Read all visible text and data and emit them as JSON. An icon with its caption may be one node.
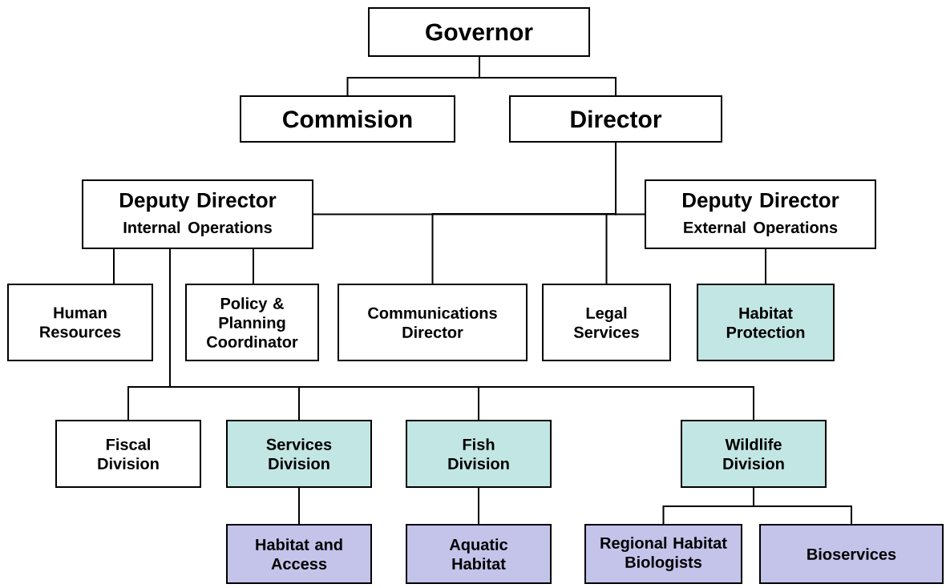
{
  "diagram": {
    "nodes": [
      {
        "text": [
          "Governor"
        ]
      },
      {
        "text": [
          "Commision"
        ]
      },
      {
        "text": [
          "Director"
        ]
      },
      {
        "text": [
          "Deputy Director",
          "Internal Operations"
        ]
      },
      {
        "text": [
          "Deputy Director",
          "External Operations"
        ]
      },
      {
        "text": [
          "Human Resources"
        ]
      },
      {
        "text": [
          "Policy & Planning Coordinator"
        ]
      },
      {
        "text": [
          "Communications Director"
        ]
      },
      {
        "text": [
          "Legal Services"
        ]
      },
      {
        "text": [
          "Habitat Protection"
        ]
      },
      {
        "text": [
          "Fiscal Division"
        ]
      },
      {
        "text": [
          "Services Division"
        ]
      },
      {
        "text": [
          "Fish Division"
        ]
      },
      {
        "text": [
          "Wildlife Division"
        ]
      },
      {
        "text": [
          "Habitat and Access"
        ]
      },
      {
        "text": [
          "Aquatic Habitat"
        ]
      },
      {
        "text": [
          "Regional Habitat Biologists"
        ]
      },
      {
        "text": [
          "Bioservices"
        ]
      }
    ],
    "edges": [
      {
        "from": 0,
        "to": 1,
        "arrow": "none"
      },
      {
        "from": 0,
        "to": 2,
        "arrow": "none"
      },
      {
        "from": 2,
        "to": 3,
        "arrow": "none"
      },
      {
        "from": 2,
        "to": 7,
        "arrow": "none"
      },
      {
        "from": 2,
        "to": 8,
        "arrow": "none"
      },
      {
        "from": 2,
        "to": 4,
        "arrow": "none"
      },
      {
        "from": 3,
        "to": 5,
        "arrow": "none"
      },
      {
        "from": 3,
        "to": 6,
        "arrow": "none"
      },
      {
        "from": 3,
        "to": 10,
        "arrow": "none"
      },
      {
        "from": 3,
        "to": 11,
        "arrow": "none"
      },
      {
        "from": 3,
        "to": 12,
        "arrow": "none"
      },
      {
        "from": 3,
        "to": 13,
        "arrow": "none"
      },
      {
        "from": 4,
        "to": 9,
        "arrow": "none"
      },
      {
        "from": 11,
        "to": 14,
        "arrow": "none"
      },
      {
        "from": 12,
        "to": 15,
        "arrow": "none"
      },
      {
        "from": 13,
        "to": 16,
        "arrow": "none"
      },
      {
        "from": 13,
        "to": 17,
        "arrow": "none"
      }
    ]
  }
}
